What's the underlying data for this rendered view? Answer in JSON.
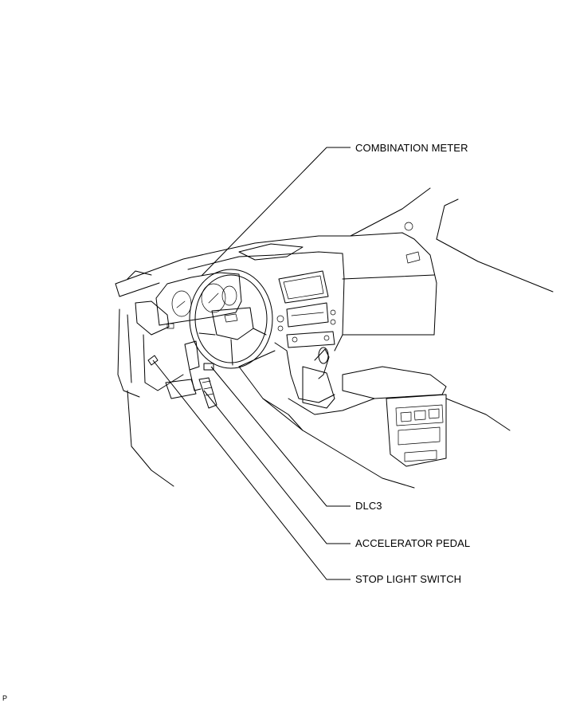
{
  "labels": {
    "combination_meter": "COMBINATION METER",
    "dlc3": "DLC3",
    "accelerator_pedal": "ACCELERATOR PEDAL",
    "stop_light_switch": "STOP LIGHT SWITCH"
  },
  "corner_code": "P"
}
